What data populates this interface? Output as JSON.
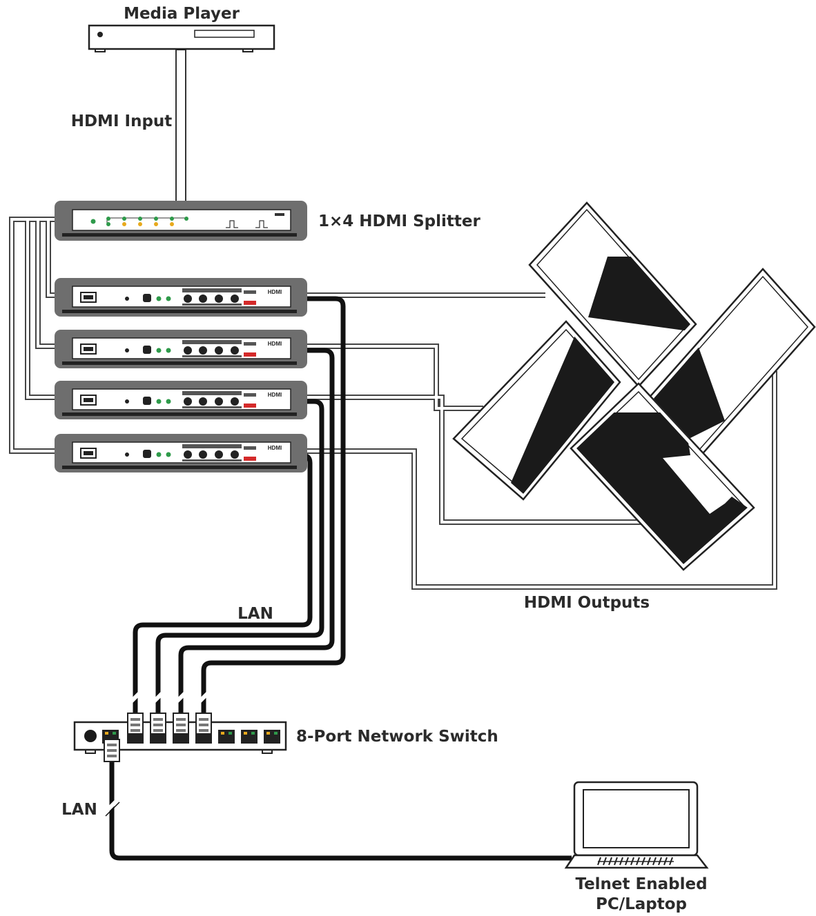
{
  "labels": {
    "media_player": "Media Player",
    "hdmi_input": "HDMI Input",
    "splitter": "1×4 HDMI Splitter",
    "hdmi_outputs": "HDMI Outputs",
    "lan_upper": "LAN",
    "network_switch": "8-Port Network Switch",
    "lan_lower": "LAN",
    "laptop_line1": "Telnet Enabled",
    "laptop_line2": "PC/Laptop"
  },
  "device_text": {
    "hdmi_badge": "HDMI"
  },
  "devices": {
    "splitter_units": 4,
    "switch_ports": 8,
    "display_panels": 4
  },
  "icons": {
    "media_player": "media-player-icon",
    "splitter": "hdmi-splitter-icon",
    "switch": "network-switch-icon",
    "laptop": "laptop-icon",
    "video_wall": "video-wall-icon"
  },
  "colors": {
    "device_shadow": "#6e6e6e",
    "hdmi_cable": "#ffffff",
    "lan_cable": "#111111",
    "led_green": "#2e9a4a",
    "led_amber": "#e8a91c",
    "port_red": "#d42a2a",
    "text": "#2b2b2b"
  }
}
